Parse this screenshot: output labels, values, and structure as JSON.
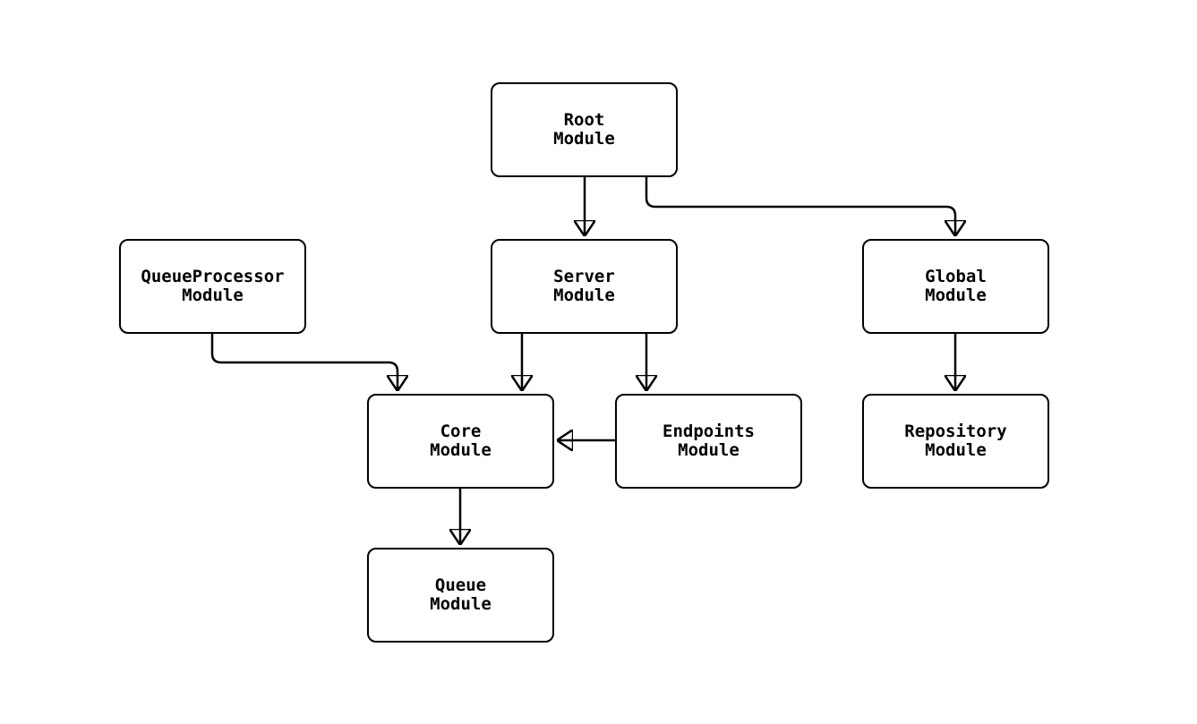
{
  "diagram": {
    "type": "flowchart",
    "direction": "top-down",
    "colors": {
      "background": "#ffffff",
      "node_fill": "#ffffff",
      "node_border": "#000000",
      "edge": "#000000",
      "text": "#000000"
    },
    "nodes": {
      "root": {
        "line1": "Root",
        "line2": "Module"
      },
      "server": {
        "line1": "Server",
        "line2": "Module"
      },
      "global": {
        "line1": "Global",
        "line2": "Module"
      },
      "queue_processor": {
        "line1": "QueueProcessor",
        "line2": "Module"
      },
      "core": {
        "line1": "Core",
        "line2": "Module"
      },
      "endpoints": {
        "line1": "Endpoints",
        "line2": "Module"
      },
      "repository": {
        "line1": "Repository",
        "line2": "Module"
      },
      "queue": {
        "line1": "Queue",
        "line2": "Module"
      }
    },
    "edges": [
      {
        "from": "Root Module",
        "to": "Server Module"
      },
      {
        "from": "Root Module",
        "to": "Global Module"
      },
      {
        "from": "QueueProcessor Module",
        "to": "Core Module"
      },
      {
        "from": "Server Module",
        "to": "Core Module"
      },
      {
        "from": "Server Module",
        "to": "Endpoints Module"
      },
      {
        "from": "Endpoints Module",
        "to": "Core Module"
      },
      {
        "from": "Global Module",
        "to": "Repository Module"
      },
      {
        "from": "Core Module",
        "to": "Queue Module"
      }
    ]
  }
}
